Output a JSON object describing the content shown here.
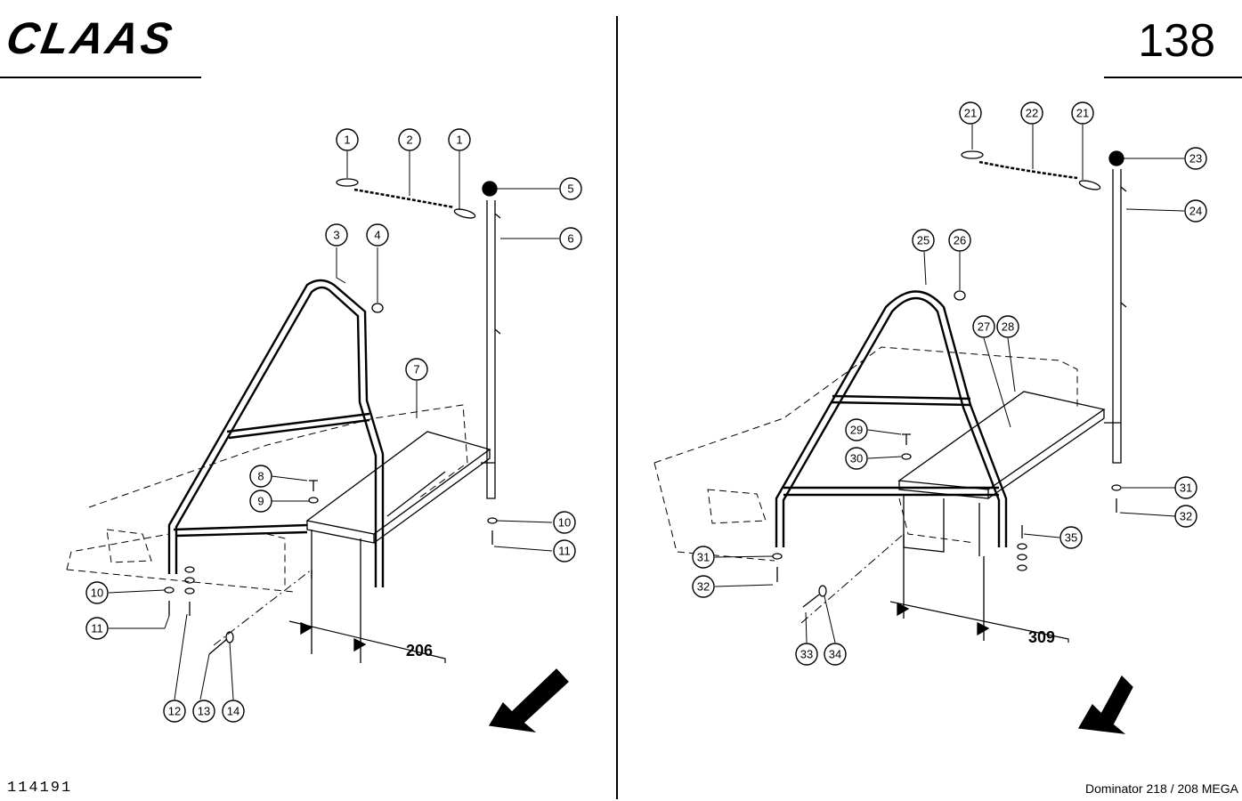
{
  "header": {
    "brand": "CLAAS",
    "page_number": "138"
  },
  "footer": {
    "document_number": "114191",
    "model": "Dominator 218 / 208 MEGA"
  },
  "left_view": {
    "reference": "206",
    "callouts": [
      "1",
      "2",
      "1",
      "5",
      "6",
      "3",
      "4",
      "7",
      "8",
      "9",
      "10",
      "11",
      "10",
      "11",
      "12",
      "13",
      "14"
    ]
  },
  "right_view": {
    "reference": "309",
    "callouts": [
      "21",
      "22",
      "21",
      "23",
      "24",
      "25",
      "26",
      "27",
      "28",
      "29",
      "30",
      "31",
      "32",
      "31",
      "32",
      "35",
      "33",
      "34"
    ]
  }
}
